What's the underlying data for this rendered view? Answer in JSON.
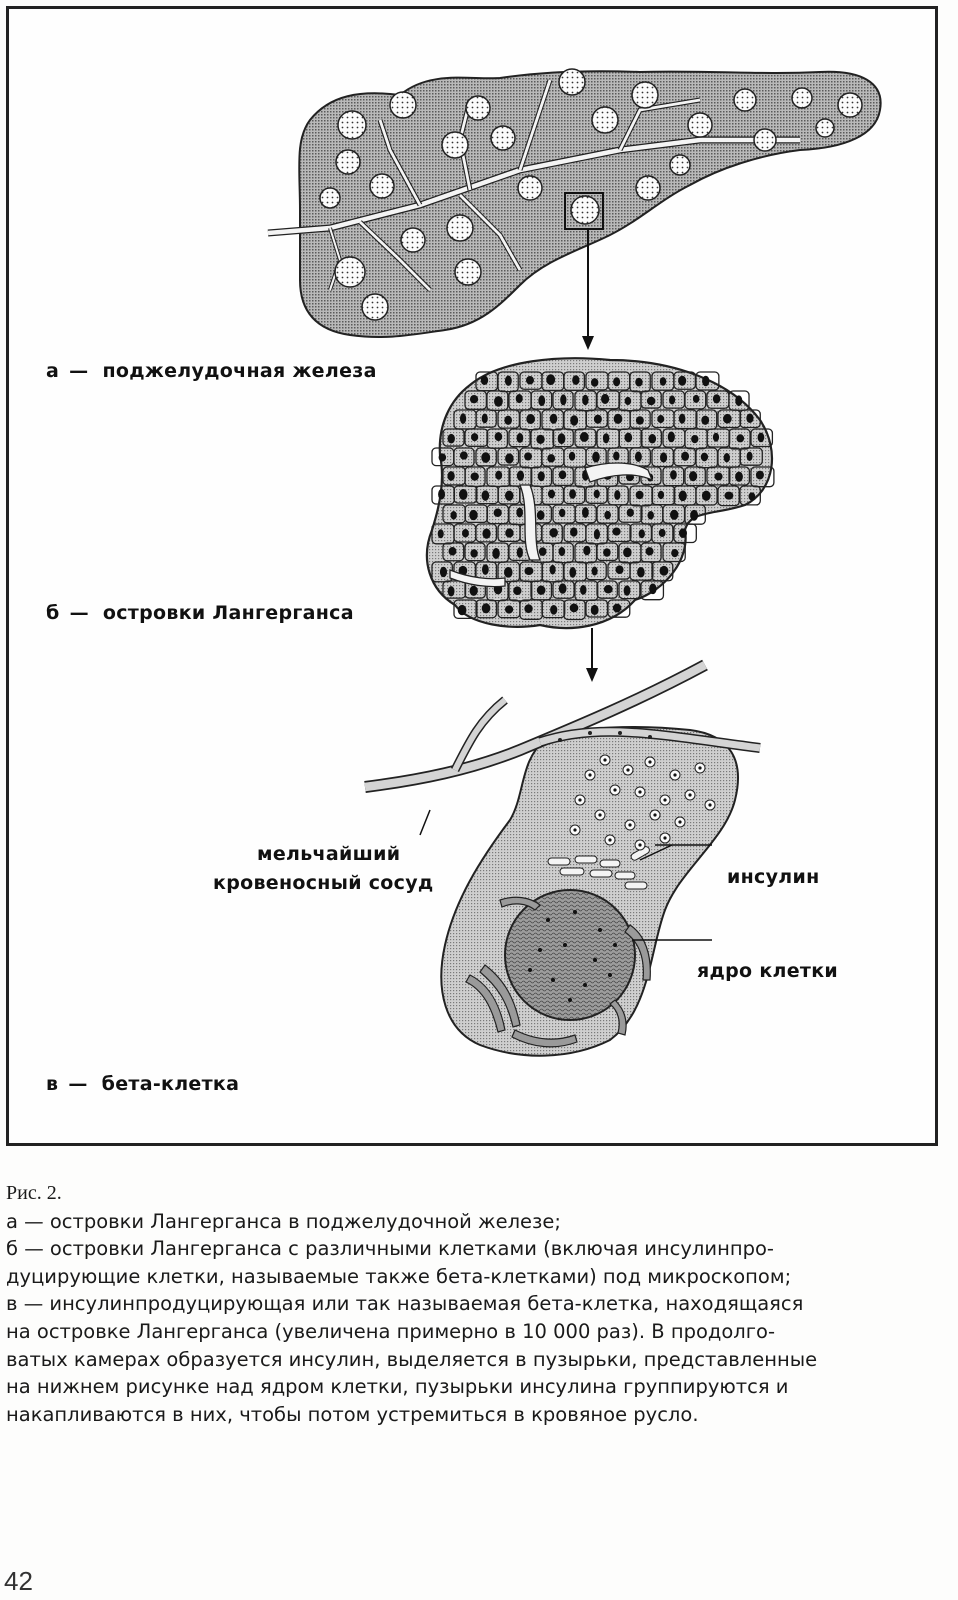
{
  "figure": {
    "label_a": {
      "letter": "а",
      "dash": "—",
      "text": "поджелудочная железа"
    },
    "label_b": {
      "letter": "б",
      "dash": "—",
      "text": "островки Лангерганса"
    },
    "label_c": {
      "letter": "в",
      "dash": "—",
      "text": "бета-клетка"
    },
    "callout_vessel_1": "мельчайший",
    "callout_vessel_2": "кровеносный сосуд",
    "callout_insulin": "инсулин",
    "callout_nucleus": "ядро клетки"
  },
  "caption": {
    "figure_number": "Рис. 2.",
    "lines": [
      "а — островки Лангерганса в поджелудочной железе;",
      "б — островки Лангерганса с различными клетками (включая инсулинпро-",
      "дуцирующие клетки, называемые также бета-клетками) под микроскопом;",
      "в — инсулинпродуцирующая или так называемая бета-клетка, находящаяся",
      "на островке Лангерганса (увеличена примерно в 10 000 раз). В продолго-",
      "ватых камерах образуется инсулин, выделяется в пузырьки, представленные",
      "на нижнем рисунке над ядром клетки, пузырьки инсулина группируются и",
      "накапливаются в них, чтобы потом устремиться в кровяное русло."
    ]
  },
  "page_number": "42"
}
